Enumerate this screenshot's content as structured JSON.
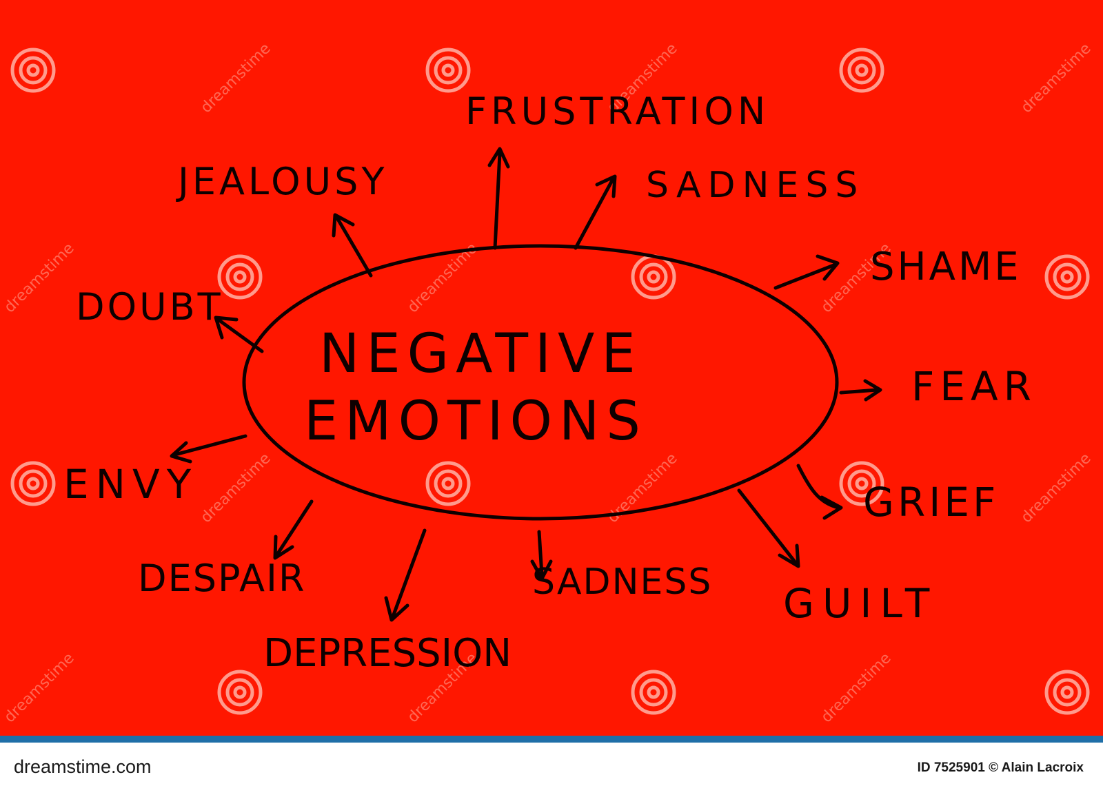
{
  "diagram": {
    "center_line1": "NEGATIVE",
    "center_line2": "EMOTIONS",
    "emotions": [
      "FRUSTRATION",
      "JEALOUSY",
      "SADNESS",
      "SHAME",
      "DOUBT",
      "FEAR",
      "ENVY",
      "GRIEF",
      "DESPAIR",
      "DEPRESSION",
      "SADNESS",
      "GUILT"
    ]
  },
  "watermark": {
    "text": "dreamstime"
  },
  "footer": {
    "logo": "dreamstime.com",
    "credit": "ID 7525901 © Alain Lacroix"
  },
  "colors": {
    "background": "#ff1700",
    "ink": "#0d0000",
    "footer_bar": "#1f6fa8"
  }
}
